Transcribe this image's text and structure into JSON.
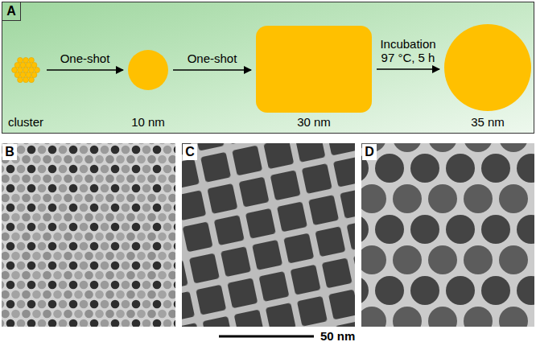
{
  "diagram": {
    "nodes": [
      {
        "text": [
          "cluster"
        ]
      },
      {
        "text": [
          "10 nm"
        ]
      },
      {
        "text": [
          "30 nm"
        ]
      },
      {
        "text": [
          "35 nm"
        ]
      }
    ],
    "edges": [
      {
        "from": 0,
        "to": 1,
        "arrow": "to",
        "label": "One-shot"
      },
      {
        "from": 1,
        "to": 2,
        "arrow": "to",
        "label": "One-shot"
      },
      {
        "from": 2,
        "to": 3,
        "arrow": "to",
        "label": "Incubation 97 °C, 5 h"
      }
    ],
    "labels": [
      "A",
      "B",
      "C",
      "D",
      "50 nm"
    ]
  }
}
